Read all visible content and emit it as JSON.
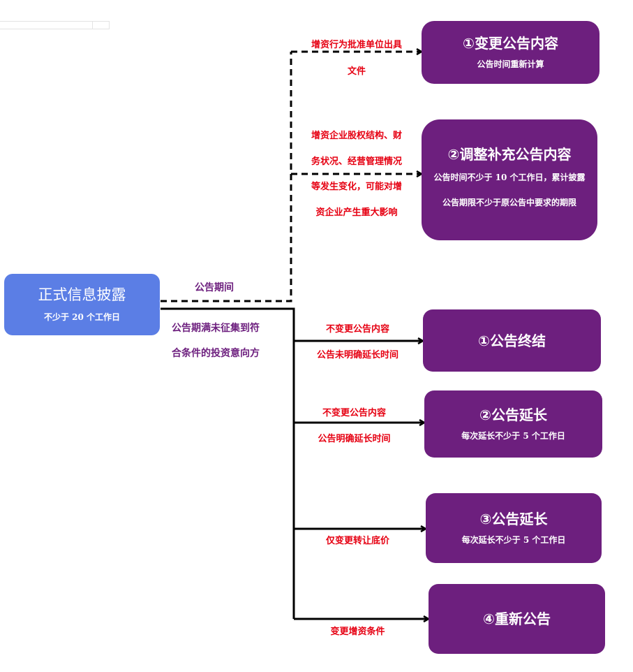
{
  "source": {
    "title": "正式信息披露",
    "subtitle": "不少于 20 个工作日"
  },
  "labels": {
    "period": "公告期间",
    "expired": "公告期满未征集到符合条件的投资意向方",
    "cond_a": "增资行为批准单位出具文件",
    "cond_b": "增资企业股权结构、财务状况、经营管理情况等发生变化，可能对增资企业产生重大影响",
    "cond_c1": "不变更公告内容",
    "cond_c2": "公告未明确延长时间",
    "cond_d1": "不变更公告内容",
    "cond_d2": "公告明确延长时间",
    "cond_e": "仅变更转让底价",
    "cond_f": "变更增资条件"
  },
  "outcomes": {
    "a": {
      "title": "①变更公告内容",
      "desc": "公告时间重新计算"
    },
    "b": {
      "title": "②调整补充公告内容",
      "desc": "公告时间不少于 10 个工作日，累计披露公告期限不少于原公告中要求的期限"
    },
    "c": {
      "title": "①公告终结"
    },
    "d": {
      "title": "②公告延长",
      "desc": "每次延长不少于 5 个工作日"
    },
    "e": {
      "title": "③公告延长",
      "desc": "每次延长不少于 5 个工作日"
    },
    "f": {
      "title": "④重新公告"
    }
  },
  "colors": {
    "outcome_box": "#6d1f7e",
    "source_box": "#5b7ee5",
    "condition_text": "#e60012",
    "branch_text": "#6d1f7e",
    "connector": "#000000"
  }
}
